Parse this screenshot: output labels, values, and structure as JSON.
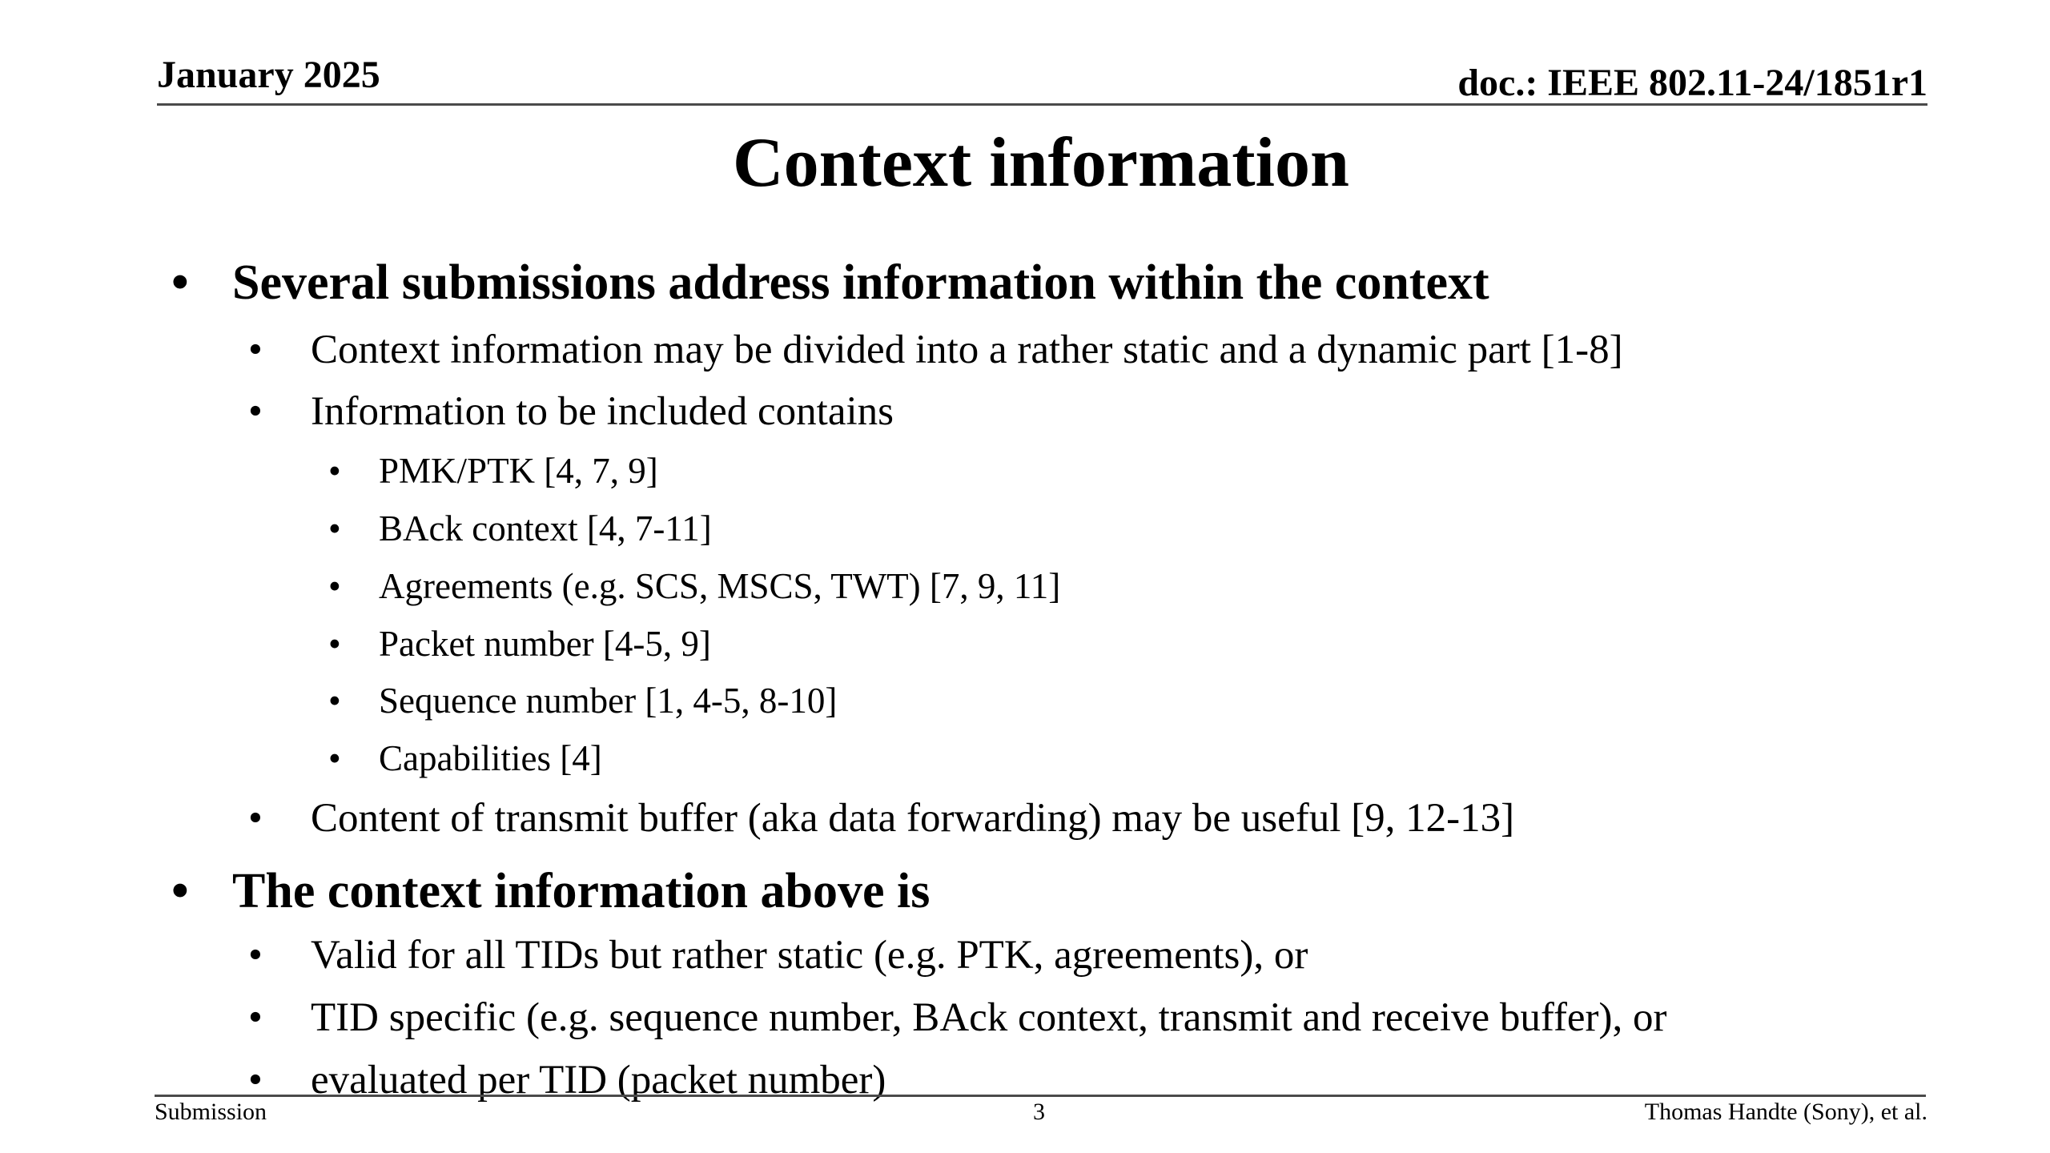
{
  "header": {
    "date": "January 2025",
    "doc_id": "doc.: IEEE 802.11-24/1851r1"
  },
  "title": "Context information",
  "bullet_symbol": "•",
  "bullets": [
    {
      "level": 1,
      "text": "Several submissions address information within the context"
    },
    {
      "level": 2,
      "text": "Context information may be divided into a rather static and a dynamic part [1-8]"
    },
    {
      "level": 2,
      "text": "Information to be included contains"
    },
    {
      "level": 3,
      "text": "PMK/PTK [4, 7, 9]"
    },
    {
      "level": 3,
      "text": "BAck context [4, 7-11]"
    },
    {
      "level": 3,
      "text": "Agreements (e.g. SCS, MSCS, TWT) [7, 9, 11]"
    },
    {
      "level": 3,
      "text": "Packet number [4-5, 9]"
    },
    {
      "level": 3,
      "text": "Sequence number [1, 4-5, 8-10]"
    },
    {
      "level": 3,
      "text": "Capabilities [4]"
    },
    {
      "level": 2,
      "text": "Content of transmit buffer (aka data forwarding) may be useful [9, 12-13]"
    },
    {
      "level": 1,
      "text": "The context information above is"
    },
    {
      "level": 2,
      "text": "Valid for all TIDs but rather static (e.g. PTK, agreements), or"
    },
    {
      "level": 2,
      "text": "TID specific (e.g. sequence number, BAck context, transmit and receive buffer), or"
    },
    {
      "level": 2,
      "text": "evaluated per TID (packet number)"
    }
  ],
  "footer": {
    "left": "Submission",
    "page_number": "3",
    "author": "Thomas Handte (Sony), et al."
  }
}
